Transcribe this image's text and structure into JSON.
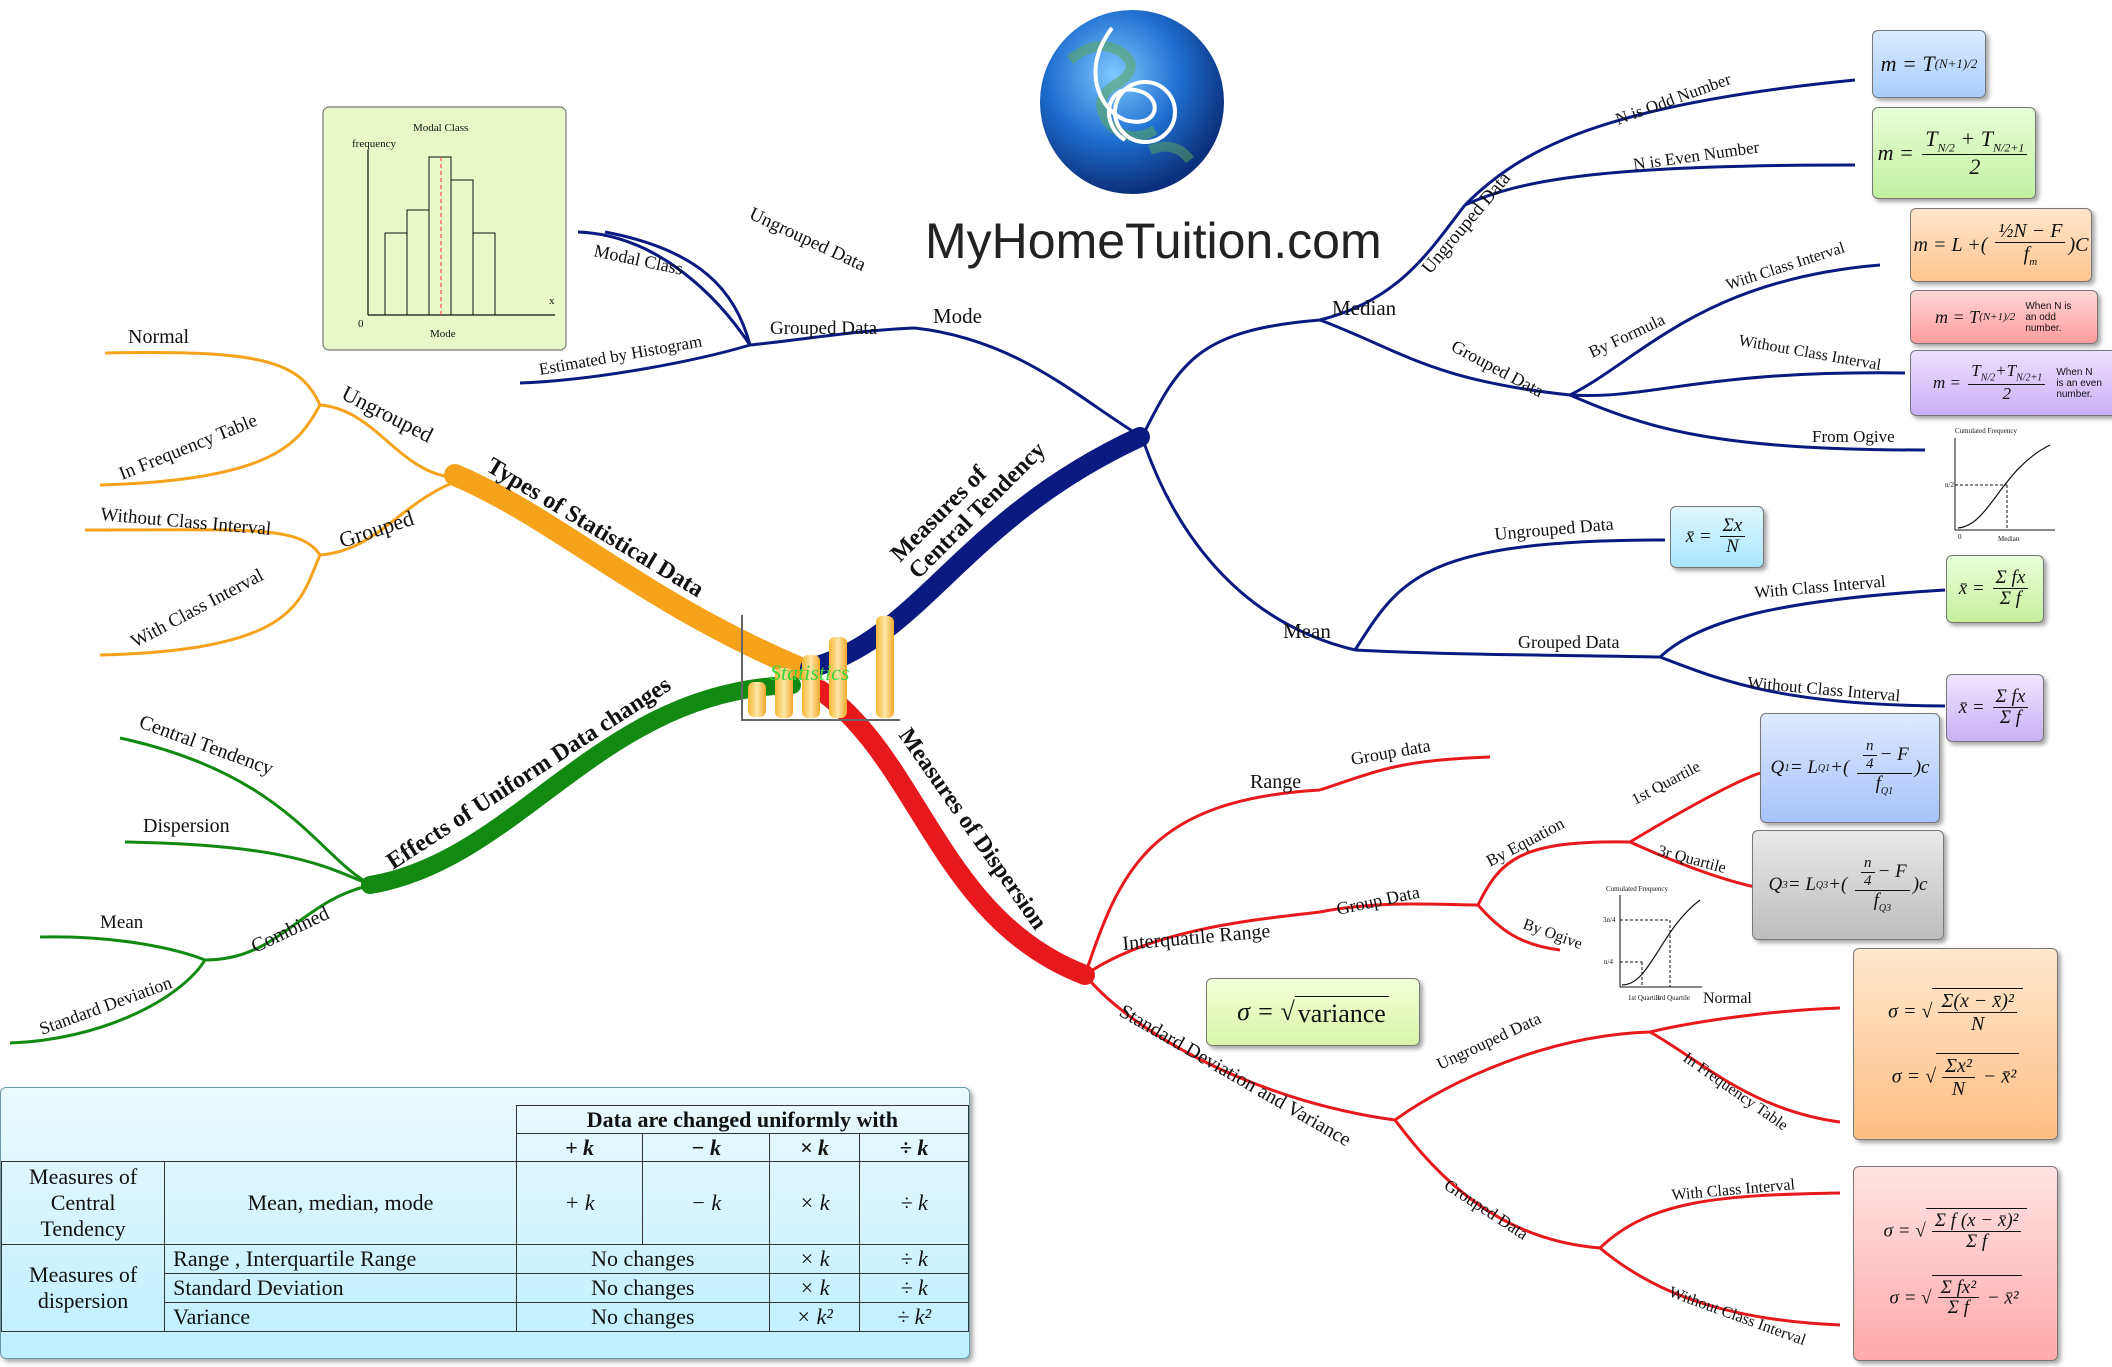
{
  "brand": {
    "name": "MyHomeTuition.com"
  },
  "center": {
    "label": "Statistics"
  },
  "branches": {
    "types": {
      "label": "Types of Statistical Data",
      "ungrouped": {
        "label": "Ungrouped",
        "normal": "Normal",
        "in_frequency_table": "In Frequency Table"
      },
      "grouped": {
        "label": "Grouped",
        "without_class_interval": "Without Class Interval",
        "with_class_interval": "With Class Interval"
      }
    },
    "effects": {
      "label": "Effects of Uniform Data changes",
      "central_tendency": "Central Tendency",
      "dispersion": "Dispersion",
      "combined": {
        "label": "Combined",
        "mean": "Mean",
        "standard_deviation": "Standard Deviation"
      }
    },
    "central": {
      "label_line1": "Measures of",
      "label_line2": "Central Tendency",
      "mode": {
        "label": "Mode",
        "ungrouped_data": "Ungrouped Data",
        "grouped_data": "Grouped Data",
        "modal_class": "Modal Class",
        "estimated_by_histogram": "Estimated by Histogram",
        "histogram": {
          "ylabel": "frequency",
          "title": "Modal Class",
          "xlabel": "x",
          "origin": "0",
          "marker": "Mode"
        }
      },
      "median": {
        "label": "Median",
        "ungrouped_data": "Ungrouped Data",
        "n_odd": "N is Odd Number",
        "n_even": "N is Even Number",
        "grouped_data": "Grouped Data",
        "by_formula": "By Formula",
        "with_class_interval": "With Class Interval",
        "without_class_interval": "Without Class Interval",
        "from_ogive": "From Ogive",
        "note_odd": "When N is an odd number.",
        "note_even": "When N is an even number.",
        "ogive": {
          "ylabel": "Cumulated Frequency",
          "tick1": "n/2",
          "origin": "0",
          "marker": "Median"
        }
      },
      "mean": {
        "label": "Mean",
        "ungrouped_data": "Ungrouped Data",
        "grouped_data": "Grouped Data",
        "with_class_interval": "With Class Interval",
        "without_class_interval": "Without Class Interval"
      }
    },
    "dispersion": {
      "label": "Measures of Dispersion",
      "range": {
        "label": "Range",
        "group_data": "Group data"
      },
      "iqr": {
        "label": "Interquatile Range",
        "group_data": "Group Data",
        "by_equation": "By Equation",
        "first_quartile": "1st Quartile",
        "third_quartile": "3r Quartile",
        "by_ogive": "By Ogive",
        "ogive": {
          "ylabel": "Cumulated Frequency",
          "tick1": "3n/4",
          "tick2": "n/4",
          "q1": "1st Quartile",
          "q3": "3rd Quartile"
        }
      },
      "sd": {
        "label": "Standard Deviation and Variance",
        "ungrouped_data": "Ungrouped Data",
        "normal": "Normal",
        "in_frequency_table": "In Frequency Table",
        "grouped_data": "Grouped Data",
        "with_class_interval": "With Class Interval",
        "without_class_interval": "Without Class Interval"
      },
      "sigma_formula": {
        "lhs": "σ =",
        "rhs": "variance"
      }
    }
  },
  "table": {
    "header_title": "Data are changed uniformly with",
    "ops": [
      "+ k",
      "− k",
      "× k",
      "÷ k"
    ],
    "rows": [
      {
        "group": "Measures of Central Tendency",
        "measure": "Mean, median, mode",
        "cells": [
          "+ k",
          "− k",
          "× k",
          "÷ k"
        ]
      },
      {
        "group": "Measures of dispersion",
        "measure": "Range , Interquartile Range",
        "cells": [
          "No changes",
          "× k",
          "÷ k"
        ]
      },
      {
        "group": "",
        "measure": "Standard Deviation",
        "cells": [
          "No changes",
          "× k",
          "÷ k"
        ]
      },
      {
        "group": "",
        "measure": "Variance",
        "cells": [
          "No changes",
          "× k²",
          "÷ k²"
        ]
      }
    ]
  },
  "colors": {
    "orange": "#f7a21b",
    "green": "#128a12",
    "navy": "#0b1a80",
    "red": "#e8191c"
  }
}
